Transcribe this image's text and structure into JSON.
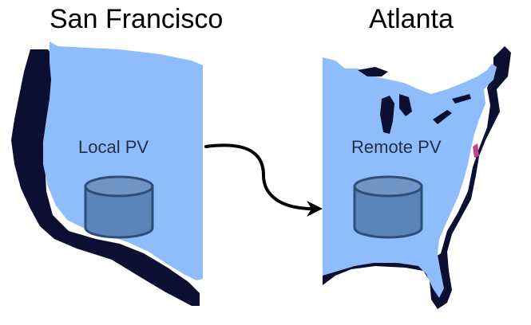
{
  "regions": {
    "left": {
      "title": "San Francisco",
      "volume_label": "Local PV",
      "volume_icon": "database-cylinder-icon",
      "map": "western-us-map"
    },
    "right": {
      "title": "Atlanta",
      "volume_label": "Remote PV",
      "volume_icon": "database-cylinder-icon",
      "map": "eastern-us-map"
    }
  },
  "connector": {
    "icon": "curved-arrow-icon",
    "direction": "left-to-right"
  },
  "colors": {
    "land": "#8fbcfb",
    "shadow": "#0b1033",
    "cylinder_fill": "#5b84b8",
    "cylinder_stroke": "#2e4e7a",
    "arrow": "#000000",
    "text": "#000000"
  }
}
